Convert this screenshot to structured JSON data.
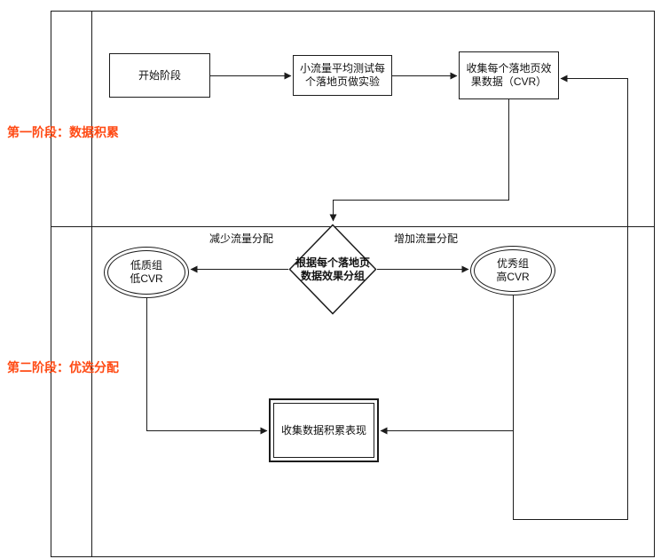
{
  "phases": [
    {
      "label": "第一阶段：数据积累"
    },
    {
      "label": "第二阶段：优选分配"
    }
  ],
  "nodes": {
    "start": {
      "label": "开始阶段"
    },
    "test": {
      "lines": [
        "小流量平均测试每",
        "个落地页做实验"
      ]
    },
    "collect": {
      "lines": [
        "收集每个落地页效",
        "果数据（CVR）"
      ]
    },
    "decision": {
      "lines": [
        "根据每个落地页",
        "数据效果分组"
      ]
    },
    "low": {
      "lines": [
        "低质组",
        "低CVR"
      ]
    },
    "high": {
      "lines": [
        "优秀组",
        "高CVR"
      ]
    },
    "accumulate": {
      "label": "收集数据积累表现"
    }
  },
  "edges": {
    "decrease_label": "减少流量分配",
    "increase_label": "增加流量分配"
  },
  "colors": {
    "phase_label": "#ff4a14",
    "stroke": "#1c1c1c",
    "background": "#ffffff"
  }
}
